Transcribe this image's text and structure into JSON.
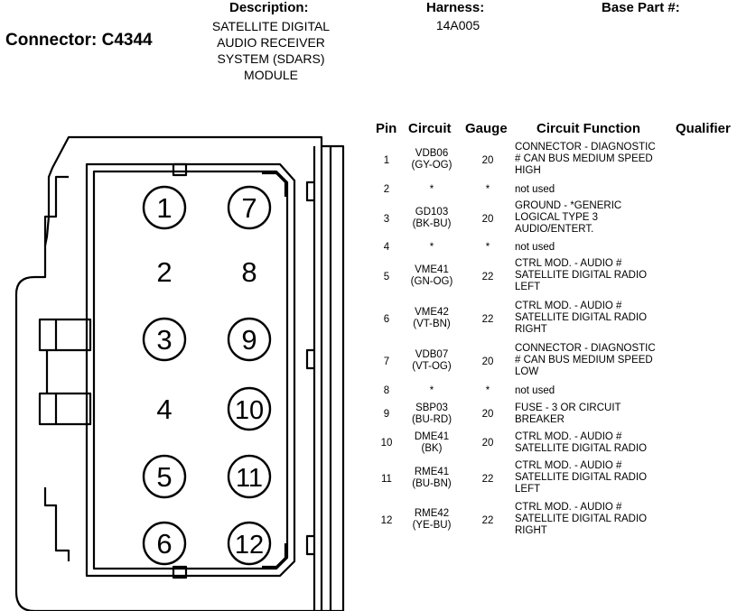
{
  "header": {
    "description_label": "Description:",
    "harness_label": "Harness:",
    "base_part_label": "Base Part #:",
    "connector_title": "Connector: C4344",
    "description": "SATELLITE DIGITAL\nAUDIO RECEIVER\nSYSTEM (SDARS)\nMODULE",
    "harness": "14A005",
    "base_part": ""
  },
  "table": {
    "columns": [
      "Pin",
      "Circuit",
      "Gauge",
      "Circuit Function",
      "Qualifier"
    ],
    "rows": [
      {
        "pin": "1",
        "circuit": "VDB06\n(GY-OG)",
        "gauge": "20",
        "function": "CONNECTOR - DIAGNOSTIC\n# CAN BUS MEDIUM SPEED\nHIGH",
        "qualifier": ""
      },
      {
        "pin": "2",
        "circuit": "*",
        "gauge": "*",
        "function": "not used",
        "qualifier": ""
      },
      {
        "pin": "3",
        "circuit": "GD103\n(BK-BU)",
        "gauge": "20",
        "function": "GROUND - *GENERIC\nLOGICAL TYPE 3\nAUDIO/ENTERT.",
        "qualifier": ""
      },
      {
        "pin": "4",
        "circuit": "*",
        "gauge": "*",
        "function": "not used",
        "qualifier": ""
      },
      {
        "pin": "5",
        "circuit": "VME41\n(GN-OG)",
        "gauge": "22",
        "function": "CTRL MOD. - AUDIO #\nSATELLITE DIGITAL RADIO\nLEFT",
        "qualifier": ""
      },
      {
        "pin": "6",
        "circuit": "VME42\n(VT-BN)",
        "gauge": "22",
        "function": "CTRL MOD. - AUDIO #\nSATELLITE DIGITAL RADIO\nRIGHT",
        "qualifier": ""
      },
      {
        "pin": "7",
        "circuit": "VDB07\n(VT-OG)",
        "gauge": "20",
        "function": "CONNECTOR - DIAGNOSTIC\n# CAN BUS MEDIUM SPEED\nLOW",
        "qualifier": ""
      },
      {
        "pin": "8",
        "circuit": "*",
        "gauge": "*",
        "function": "not used",
        "qualifier": ""
      },
      {
        "pin": "9",
        "circuit": "SBP03\n(BU-RD)",
        "gauge": "20",
        "function": "FUSE - 3 OR CIRCUIT\nBREAKER",
        "qualifier": ""
      },
      {
        "pin": "10",
        "circuit": "DME41\n(BK)",
        "gauge": "20",
        "function": "CTRL MOD. - AUDIO #\nSATELLITE DIGITAL RADIO",
        "qualifier": ""
      },
      {
        "pin": "11",
        "circuit": "RME41\n(BU-BN)",
        "gauge": "22",
        "function": "CTRL MOD. - AUDIO #\nSATELLITE DIGITAL RADIO\nLEFT",
        "qualifier": ""
      },
      {
        "pin": "12",
        "circuit": "RME42\n(YE-BU)",
        "gauge": "22",
        "function": "CTRL MOD. - AUDIO #\nSATELLITE DIGITAL RADIO\nRIGHT",
        "qualifier": ""
      }
    ]
  },
  "connector_face": {
    "pins": [
      {
        "label": "1",
        "circled": true
      },
      {
        "label": "7",
        "circled": true
      },
      {
        "label": "2",
        "circled": false
      },
      {
        "label": "8",
        "circled": false
      },
      {
        "label": "3",
        "circled": true
      },
      {
        "label": "9",
        "circled": true
      },
      {
        "label": "4",
        "circled": false
      },
      {
        "label": "10",
        "circled": true
      },
      {
        "label": "5",
        "circled": true
      },
      {
        "label": "11",
        "circled": true
      },
      {
        "label": "6",
        "circled": true
      },
      {
        "label": "12",
        "circled": true
      }
    ]
  }
}
